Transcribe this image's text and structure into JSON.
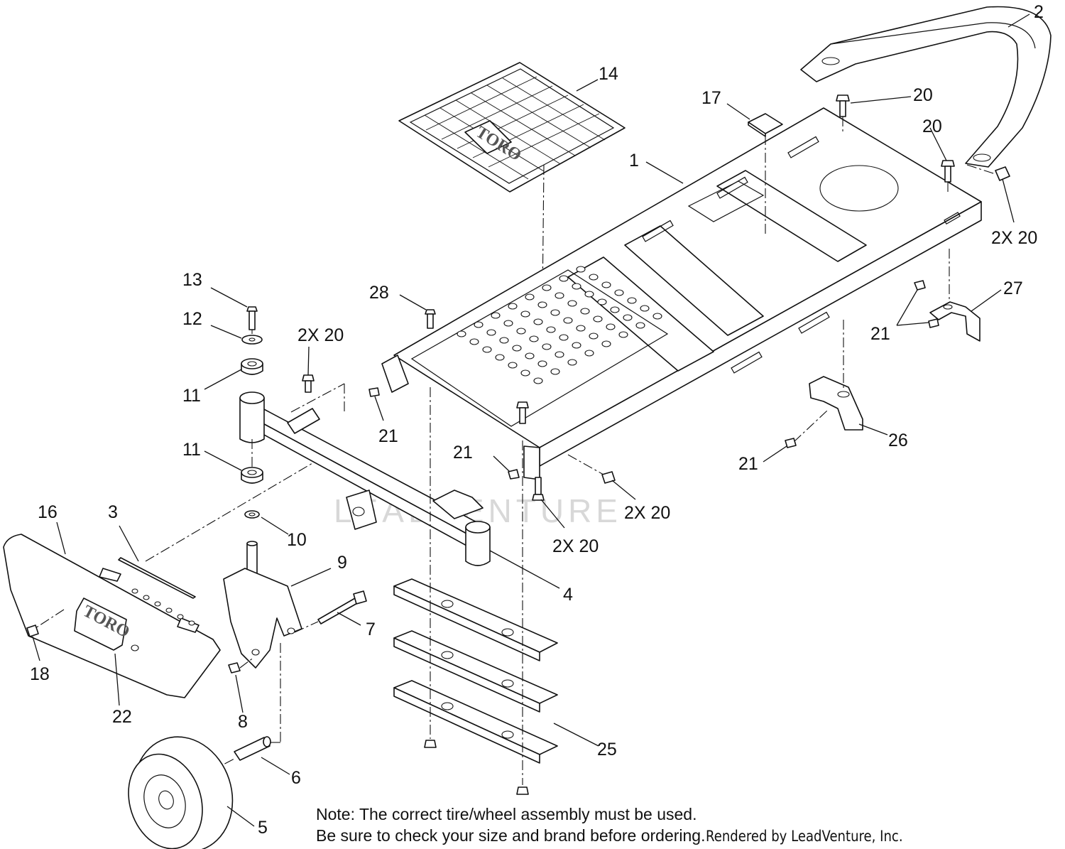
{
  "callouts": [
    {
      "id": "c1",
      "text": "1"
    },
    {
      "id": "c2",
      "text": "2"
    },
    {
      "id": "c3",
      "text": "3"
    },
    {
      "id": "c4",
      "text": "4"
    },
    {
      "id": "c5",
      "text": "5"
    },
    {
      "id": "c6",
      "text": "6"
    },
    {
      "id": "c7",
      "text": "7"
    },
    {
      "id": "c8",
      "text": "8"
    },
    {
      "id": "c9",
      "text": "9"
    },
    {
      "id": "c10",
      "text": "10"
    },
    {
      "id": "c11a",
      "text": "11"
    },
    {
      "id": "c11b",
      "text": "11"
    },
    {
      "id": "c12",
      "text": "12"
    },
    {
      "id": "c13",
      "text": "13"
    },
    {
      "id": "c14",
      "text": "14"
    },
    {
      "id": "c16",
      "text": "16"
    },
    {
      "id": "c17",
      "text": "17"
    },
    {
      "id": "c18",
      "text": "18"
    },
    {
      "id": "c20a",
      "text": "20"
    },
    {
      "id": "c20b",
      "text": "20"
    },
    {
      "id": "c20c",
      "text": "2X 20"
    },
    {
      "id": "c20d",
      "text": "2X 20"
    },
    {
      "id": "c20e",
      "text": "2X 20"
    },
    {
      "id": "c20f",
      "text": "2X 20"
    },
    {
      "id": "c21a",
      "text": "21"
    },
    {
      "id": "c21b",
      "text": "21"
    },
    {
      "id": "c21c",
      "text": "21"
    },
    {
      "id": "c21d",
      "text": "21"
    },
    {
      "id": "c22",
      "text": "22"
    },
    {
      "id": "c25",
      "text": "25"
    },
    {
      "id": "c26",
      "text": "26"
    },
    {
      "id": "c27",
      "text": "27"
    },
    {
      "id": "c28",
      "text": "28"
    }
  ],
  "brand_mark": "TORO",
  "watermark": "LEADVENTURE",
  "note": {
    "line1": "Note: The correct tire/wheel assembly must be used.",
    "line2": "Be sure to check your size and brand before ordering.",
    "credit": "Rendered by LeadVenture, Inc."
  }
}
